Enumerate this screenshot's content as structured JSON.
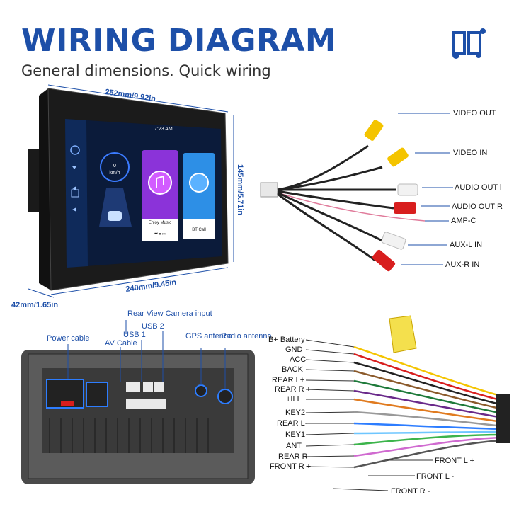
{
  "header": {
    "title": "WIRING DIAGRAM",
    "subtitle": "General dimensions. Quick wiring"
  },
  "dimensions": {
    "width_top": "252mm/9.92in",
    "height_right": "145mm/5.71in",
    "width_bottom": "240mm/9.45in",
    "depth": "42mm/1.65in"
  },
  "screen": {
    "time": "7:23 AM",
    "speed_unit": "km/h",
    "speed_value": "0",
    "music_label": "Enjoy Music",
    "bt_label": "BT Call"
  },
  "rca_labels": [
    "VIDEO OUT",
    "VIDEO IN",
    "AUDIO OUT l",
    "AUDIO OUT R",
    "AMP-C",
    "AUX-L IN",
    "AUX-R IN"
  ],
  "rear_labels": {
    "camera": "Rear View Camera input",
    "usb2": "USB 2",
    "usb1": "USB 1",
    "av_cable": "AV Cable",
    "power_cable": "Power cable",
    "gps": "GPS antenna",
    "radio": "Radio antenna"
  },
  "wire_labels_left": [
    "B+ Battery",
    "GND",
    "ACC",
    "BACK",
    "REAR L+",
    "REAR R +",
    "+ILL",
    "KEY2",
    "REAR L-",
    "KEY1",
    "ANT",
    "REAR R-",
    "FRONT R +"
  ],
  "wire_labels_right": [
    "FRONT L +",
    "FRONT L -",
    "FRONT R -"
  ],
  "colors": {
    "brand_blue": "#1d4fa8",
    "yellow": "#f4c400",
    "red": "#d81e1e",
    "white": "#f2f2f2"
  }
}
